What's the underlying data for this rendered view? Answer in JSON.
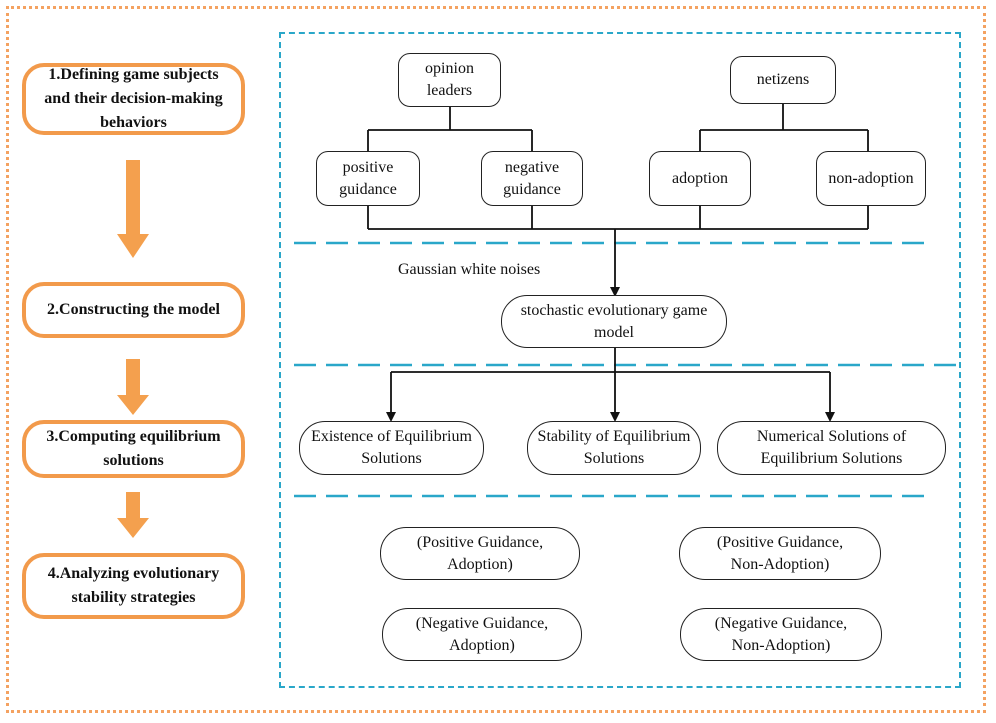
{
  "steps": [
    {
      "label": "1.Defining game subjects and their decision-making behaviors"
    },
    {
      "label": "2.Constructing the model"
    },
    {
      "label": "3.Computing equilibrium solutions"
    },
    {
      "label": "4.Analyzing evolutionary stability strategies"
    }
  ],
  "subjects": {
    "opinion_leaders": "opinion leaders",
    "netizens": "netizens"
  },
  "behaviors": {
    "positive_guidance": "positive guidance",
    "negative_guidance": "negative guidance",
    "adoption": "adoption",
    "non_adoption": "non-adoption"
  },
  "noise_label": "Gaussian white noises",
  "model": "stochastic evolutionary game model",
  "solutions": {
    "existence": "Existence of Equilibrium Solutions",
    "stability": "Stability of Equilibrium Solutions",
    "numerical": "Numerical Solutions of Equilibrium Solutions"
  },
  "strategies": {
    "pos_adopt": "(Positive Guidance, Adoption)",
    "pos_nonadopt": "(Positive Guidance, Non-Adoption)",
    "neg_adopt": "(Negative Guidance, Adoption)",
    "neg_nonadopt": "(Negative Guidance, Non-Adoption)"
  },
  "colors": {
    "step_border": "#f29a4b",
    "arrow": "#f4a04e",
    "dashed_frame": "#2aa7c9",
    "outer_dotted": "#f4a261"
  }
}
